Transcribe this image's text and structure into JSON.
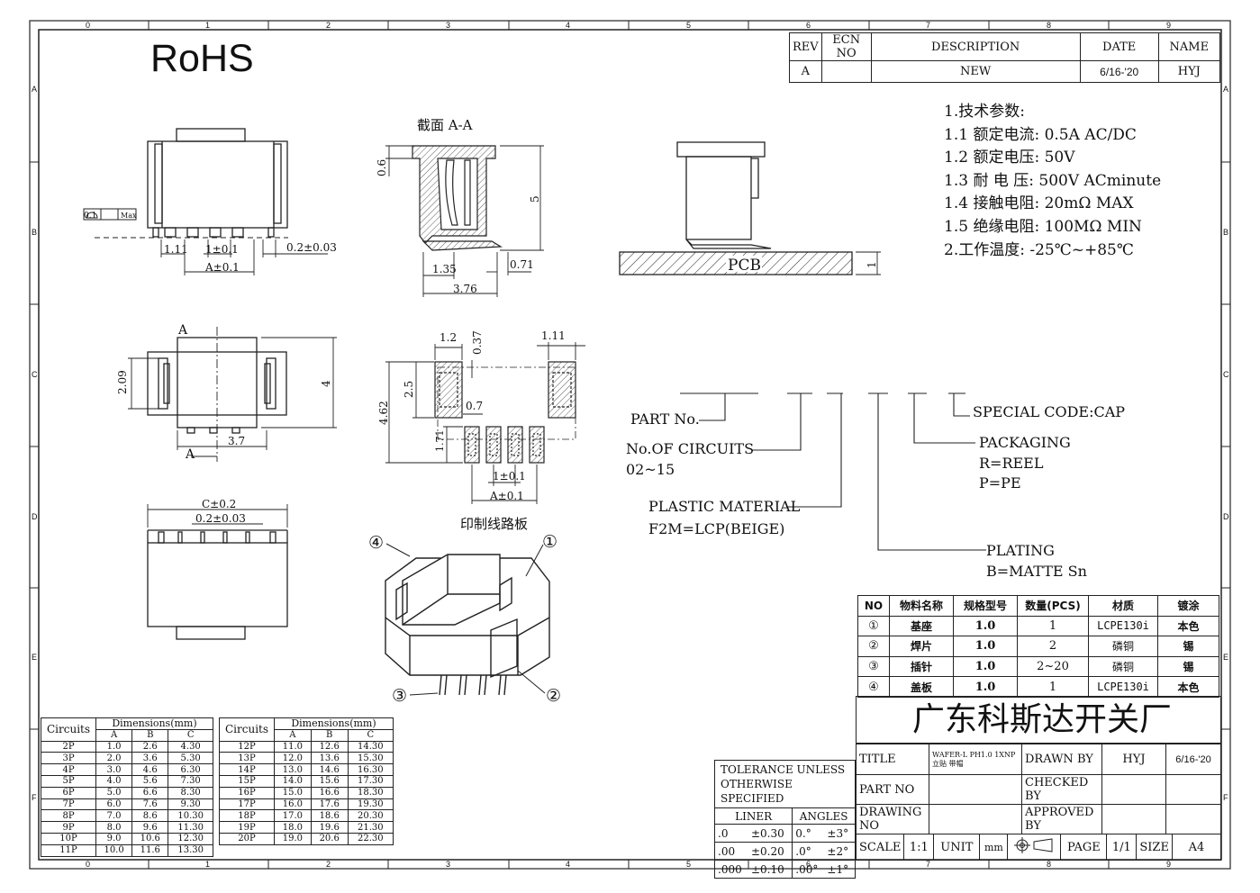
{
  "title_logo": "RoHS",
  "grid": {
    "top_numbers": [
      "0",
      "1",
      "2",
      "3",
      "4",
      "5",
      "6",
      "7",
      "8",
      "9"
    ],
    "bottom_numbers": [
      "0",
      "1",
      "2",
      "3",
      "4",
      "5",
      "6",
      "7",
      "8",
      "9"
    ],
    "left_letters": [
      "A",
      "B",
      "C",
      "D",
      "E",
      "F"
    ],
    "right_letters": [
      "A",
      "B",
      "C",
      "D",
      "E",
      "F"
    ]
  },
  "revision_table": {
    "headers": [
      "REV",
      "ECN NO",
      "DESCRIPTION",
      "DATE",
      "NAME"
    ],
    "row": [
      "A",
      "",
      "NEW",
      "6/16-'20",
      "HYJ"
    ]
  },
  "specs": [
    "1.技术参数:",
    "1.1 额定电流: 0.5A AC/DC",
    "1.2 额定电压: 50V",
    "1.3 耐 电 压: 500V ACminute",
    "1.4 接触电阻: 20mΩ MAX",
    "1.5 绝缘电阻: 100MΩ MIN",
    "2.工作温度: -25℃~+85℃"
  ],
  "views": {
    "section_label": "截面 A-A",
    "pcb_layout_label": "印制线路板",
    "pcb_label": "PCB",
    "section_mark": "A"
  },
  "dimensions": {
    "flatness": "0.1",
    "flatness_max": "Max",
    "d_1_11": "1.11",
    "d_1pm01": "1±0.1",
    "d_Apm01": "A±0.1",
    "d_02pm003": "0.2±0.03",
    "d_06": "0.6",
    "d_5": "5",
    "d_135": "1.35",
    "d_071": "0.71",
    "d_376": "3.76",
    "d_1": "1",
    "d_209": "2.09",
    "d_37": "3.7",
    "d_4": "4",
    "d_12": "1.2",
    "d_037": "0.37",
    "d_111b": "1.11",
    "d_25": "2.5",
    "d_462": "4.62",
    "d_07": "0.7",
    "d_171": "1.71",
    "d_Cpm02": "C±0.2"
  },
  "callouts": {
    "c1": "①",
    "c2": "②",
    "c3": "③",
    "c4": "④"
  },
  "part_number": {
    "part_no": "PART No.",
    "circuits": "No.OF CIRCUITS",
    "circuits_range": "02~15",
    "material": "PLASTIC MATERIAL",
    "material_code": "F2M=LCP(BEIGE)",
    "plating": "PLATING",
    "plating_code": "B=MATTE Sn",
    "packaging": "PACKAGING",
    "packaging_r": "R=REEL",
    "packaging_p": "P=PE",
    "special": "SPECIAL CODE:CAP"
  },
  "bom": {
    "headers": [
      "NO",
      "物料名称",
      "规格型号",
      "数量(PCS)",
      "材质",
      "镀涂"
    ],
    "rows": [
      [
        "①",
        "基座",
        "1.0",
        "1",
        "LCPE130i",
        "本色"
      ],
      [
        "②",
        "焊片",
        "1.0",
        "2",
        "磷铜",
        "锡"
      ],
      [
        "③",
        "插针",
        "1.0",
        "2~20",
        "磷铜",
        "锡"
      ],
      [
        "④",
        "盖板",
        "1.0",
        "1",
        "LCPE130i",
        "本色"
      ]
    ]
  },
  "circuit_table": {
    "title_circuits": "Circuits",
    "title_dimensions": "Dimensions(mm)",
    "cols": [
      "A",
      "B",
      "C"
    ],
    "left_rows": [
      [
        "2P",
        "1.0",
        "2.6",
        "4.30"
      ],
      [
        "3P",
        "2.0",
        "3.6",
        "5.30"
      ],
      [
        "4P",
        "3.0",
        "4.6",
        "6.30"
      ],
      [
        "5P",
        "4.0",
        "5.6",
        "7.30"
      ],
      [
        "6P",
        "5.0",
        "6.6",
        "8.30"
      ],
      [
        "7P",
        "6.0",
        "7.6",
        "9.30"
      ],
      [
        "8P",
        "7.0",
        "8.6",
        "10.30"
      ],
      [
        "9P",
        "8.0",
        "9.6",
        "11.30"
      ],
      [
        "10P",
        "9.0",
        "10.6",
        "12.30"
      ],
      [
        "11P",
        "10.0",
        "11.6",
        "13.30"
      ]
    ],
    "right_rows": [
      [
        "12P",
        "11.0",
        "12.6",
        "14.30"
      ],
      [
        "13P",
        "12.0",
        "13.6",
        "15.30"
      ],
      [
        "14P",
        "13.0",
        "14.6",
        "16.30"
      ],
      [
        "15P",
        "14.0",
        "15.6",
        "17.30"
      ],
      [
        "16P",
        "15.0",
        "16.6",
        "18.30"
      ],
      [
        "17P",
        "16.0",
        "17.6",
        "19.30"
      ],
      [
        "18P",
        "17.0",
        "18.6",
        "20.30"
      ],
      [
        "19P",
        "18.0",
        "19.6",
        "21.30"
      ],
      [
        "20P",
        "19.0",
        "20.6",
        "22.30"
      ]
    ]
  },
  "tolerance": {
    "title1": "TOLERANCE UNLESS",
    "title2": "OTHERWISE SPECIFIED",
    "liner": "LINER",
    "angles": "ANGLES",
    "rows": [
      [
        ".0",
        "±0.30",
        "0.°",
        "±3°"
      ],
      [
        ".00",
        "±0.20",
        ".0°",
        "±2°"
      ],
      [
        ".000",
        "±0.10",
        ".00°",
        "±1°"
      ]
    ]
  },
  "title_block": {
    "company": "广东科斯达开关厂",
    "title_label": "TITLE",
    "title_value_1": "WAFER-L PH1.0 1XNP",
    "title_value_2": "立贴 带帽",
    "drawn_by_label": "DRAWN BY",
    "drawn_by": "HYJ",
    "drawn_date": "6/16-'20",
    "part_no_label": "PART NO",
    "checked_by_label": "CHECKED BY",
    "drawing_no_label": "DRAWING NO",
    "approved_by_label": "APPROVED BY",
    "scale_label": "SCALE",
    "scale": "1:1",
    "unit_label": "UNIT",
    "unit": "mm",
    "page_label": "PAGE",
    "page": "1/1",
    "size_label": "SIZE",
    "size": "A4"
  }
}
